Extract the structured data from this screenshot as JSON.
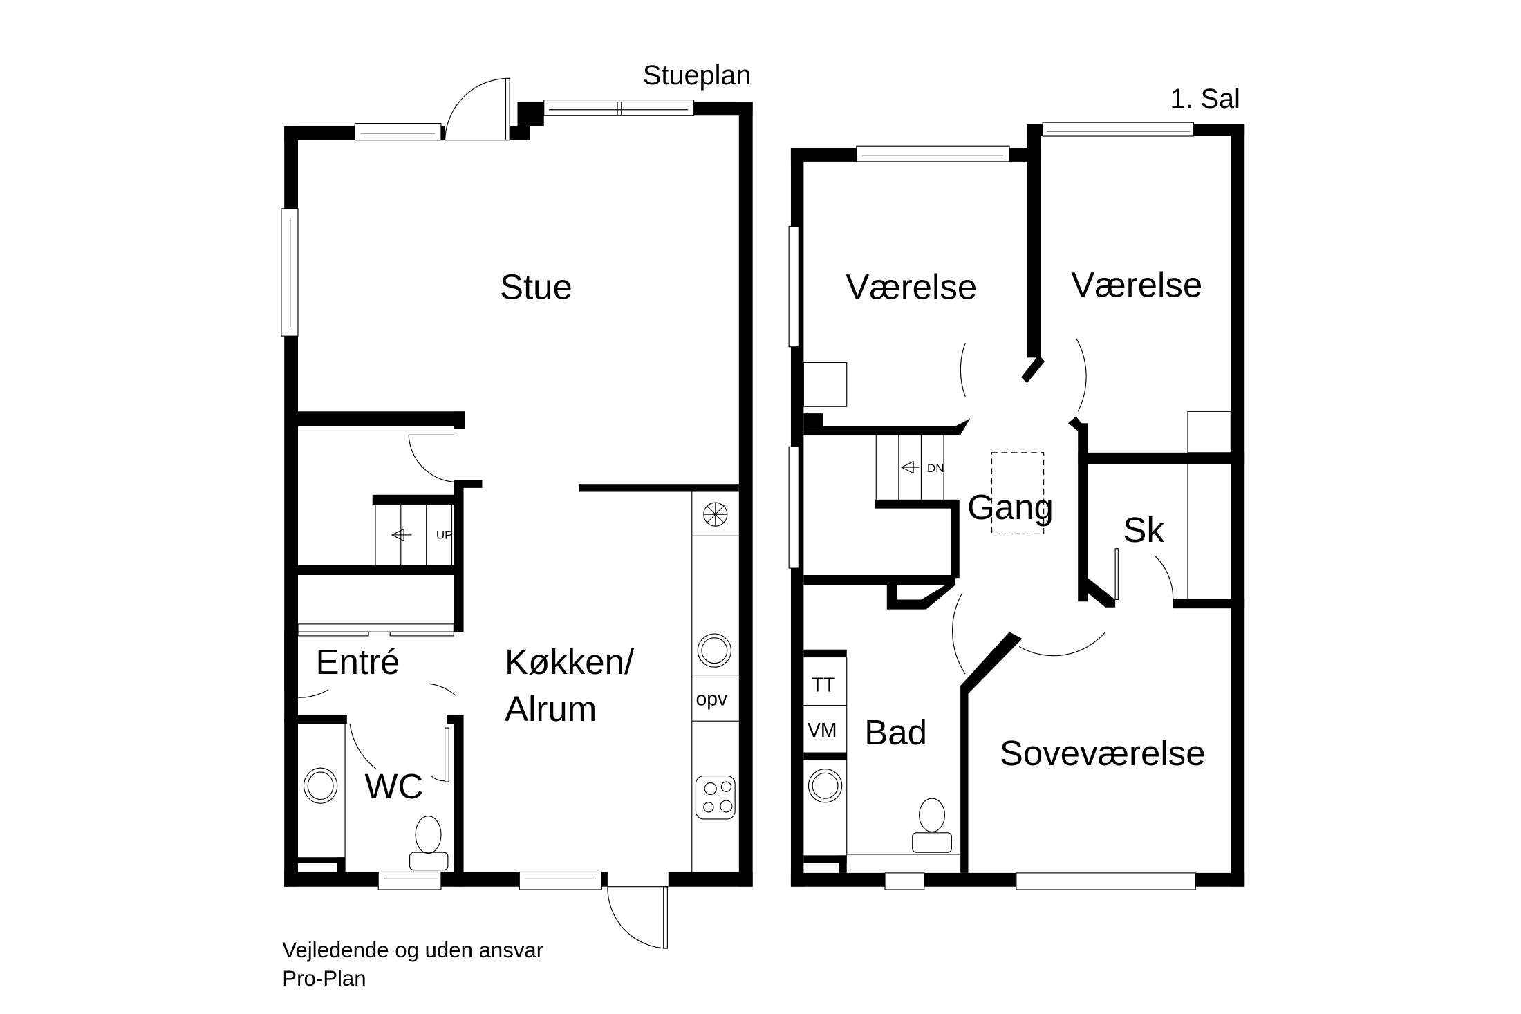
{
  "titles": {
    "ground_floor": "Stueplan",
    "first_floor": "1. Sal"
  },
  "ground_floor": {
    "rooms": {
      "stue": "Stue",
      "entre": "Entré",
      "kokken_line1": "Køkken/",
      "kokken_line2": "Alrum",
      "wc": "WC"
    },
    "stair_label": "UP",
    "kitchen_label": "opv"
  },
  "first_floor": {
    "rooms": {
      "vaerelse1": "Værelse",
      "vaerelse2": "Værelse",
      "gang": "Gang",
      "sk": "Sk",
      "bad": "Bad",
      "sovevaerelse": "Soveværelse"
    },
    "stair_label": "DN",
    "appliances": {
      "tt": "TT",
      "vm": "VM"
    }
  },
  "footer": {
    "disclaimer": "Vejledende og uden ansvar",
    "brand": "Pro-Plan"
  },
  "colors": {
    "wall": "#000000",
    "background": "#ffffff"
  }
}
